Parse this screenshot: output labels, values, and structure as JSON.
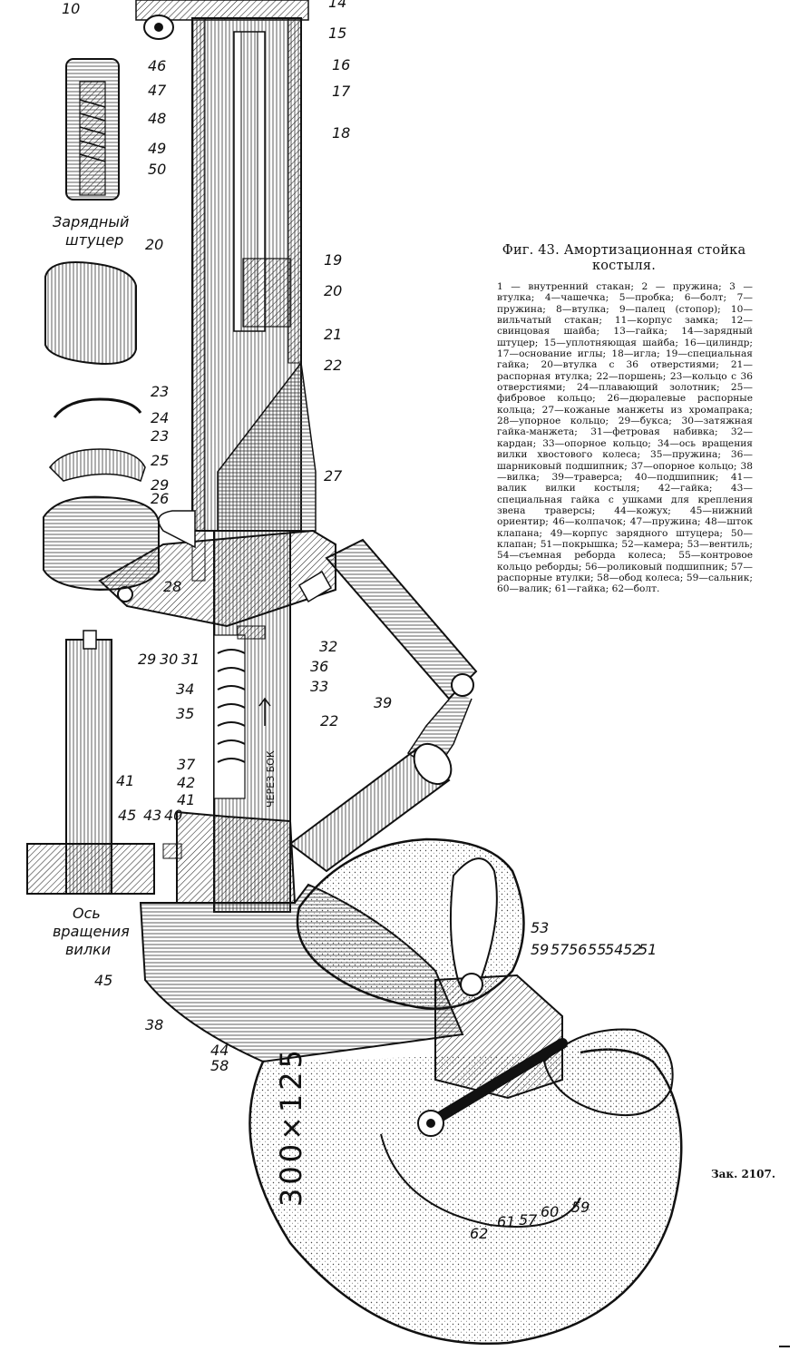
{
  "figure": {
    "title": "Фиг. 43. Амортизационная стойка костыля.",
    "legend": "1 — внутренний стакан; 2 — пружина; 3 — втулка; 4—чашечка; 5—пробка; 6—болт; 7—пружина; 8—втулка; 9—палец (стопор); 10—вильчатый стакан; 11—корпус замка; 12—свинцовая шайба; 13—гайка; 14—зарядный штуцер; 15—уплотняющая шайба; 16—цилиндр; 17—основание иглы; 18—игла; 19—специальная гайка; 20—втулка с 36 отверстиями; 21—распорная втулка; 22—поршень; 23—кольцо с 36 отверстиями; 24—плавающий золотник; 25—фибровое кольцо; 26—дюралевые распорные кольца; 27—кожаные манжеты из хромапрака; 28—упорное кольцо; 29—букса; 30—затяжная гайка-манжета; 31—фетровая набивка; 32—кардан; 33—опорное кольцо; 34—ось вращения вилки хвостового колеса; 35—пружина; 36—шарниковый подшипник; 37—опорное кольцо; 38—вилка; 39—траверса; 40—подшипник; 41—валик вилки костыля; 42—гайка; 43—специальная гайка с ушками для крепления звена траверсы; 44—кожух; 45—нижний ориентир; 46—колпачок; 47—пружина; 48—шток клапана; 49—корпус зарядного штуцера; 50—клапан; 51—покрышка; 52—камера; 53—вентиль; 54—съемная реборда колеса; 55—контровое кольцо реборды; 56—роликовый подшипник; 57—распорные втулки; 58—обод колеса; 59—сальник; 60—валик; 61—гайка; 62—болт.",
    "order_mark": "Зак. 2107."
  },
  "inset_labels": {
    "charging_fitting": [
      "Зарядный",
      "штуцер"
    ],
    "fork_axis": [
      "Ось",
      "вращения",
      "вилки"
    ],
    "tire_marking": "300×125",
    "piston_marking": "ЧЕРЕЗ БОК"
  },
  "callouts": [
    "10",
    "14",
    "15",
    "16",
    "17",
    "18",
    "46",
    "47",
    "48",
    "49",
    "50",
    "20",
    "19",
    "20",
    "21",
    "22",
    "23",
    "24",
    "23",
    "25",
    "29",
    "26",
    "27",
    "28",
    "29",
    "30",
    "31",
    "32",
    "36",
    "33",
    "34",
    "35",
    "22",
    "39",
    "37",
    "42",
    "41",
    "41",
    "45",
    "43",
    "40",
    "45",
    "44",
    "38",
    "58",
    "53",
    "59",
    "57",
    "56",
    "55",
    "54",
    "52",
    "51",
    "62",
    "61",
    "57",
    "60",
    "59"
  ],
  "colors": {
    "ink": "#111111",
    "paper": "#ffffff",
    "shade": "#8a8a8a"
  }
}
